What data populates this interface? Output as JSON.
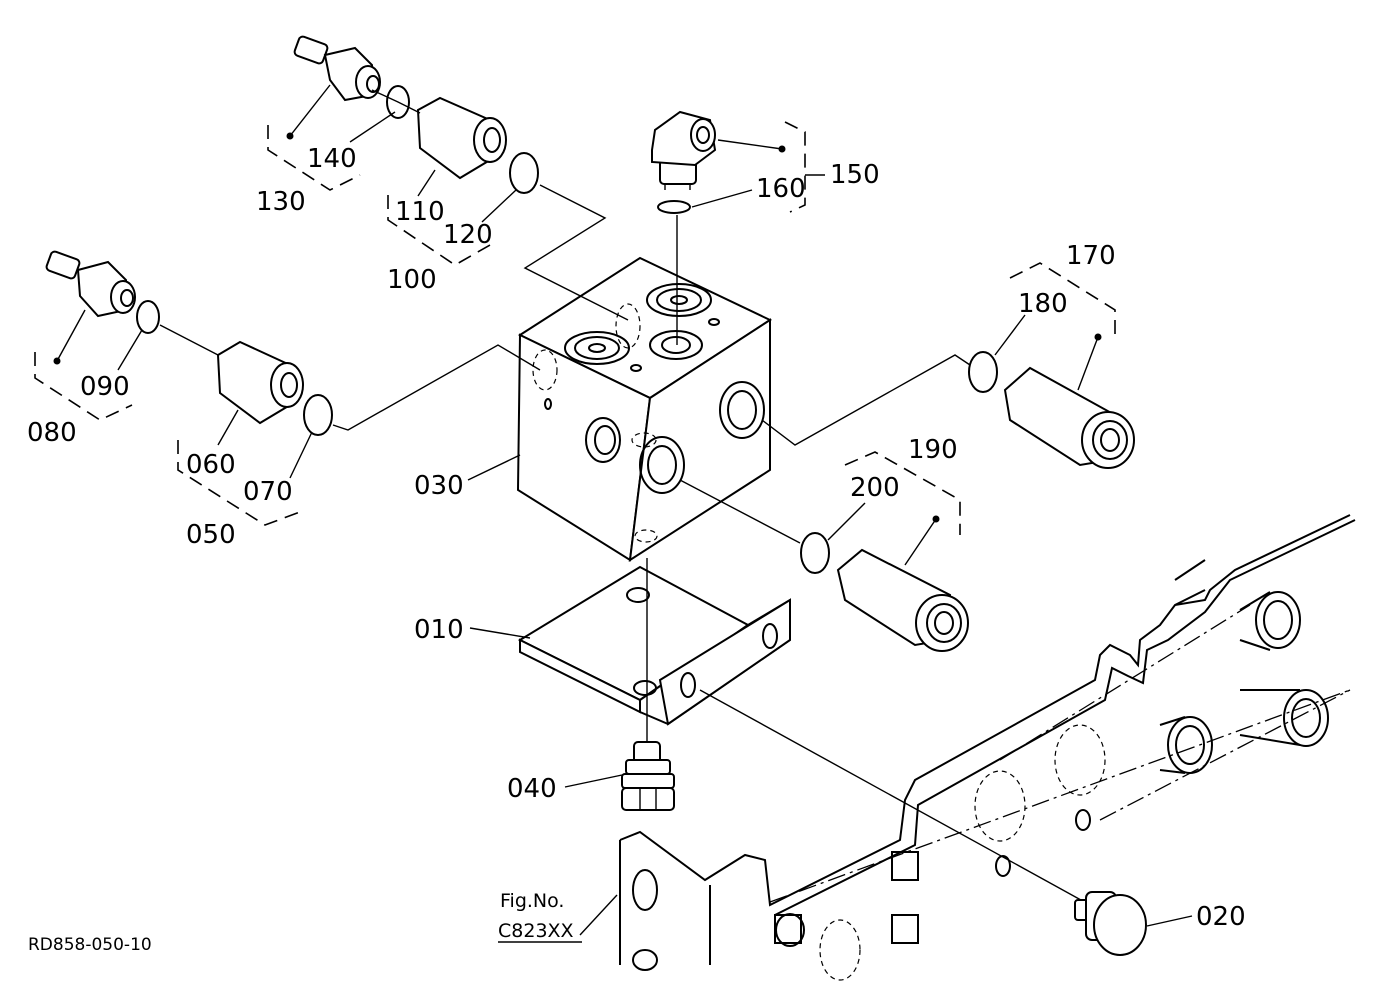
{
  "labels": {
    "p010": "010",
    "p020": "020",
    "p030": "030",
    "p040": "040",
    "p050": "050",
    "p060": "060",
    "p070": "070",
    "p080": "080",
    "p090": "090",
    "p100": "100",
    "p110": "110",
    "p120": "120",
    "p130": "130",
    "p140": "140",
    "p150": "150",
    "p160": "160",
    "p170": "170",
    "p180": "180",
    "p190": "190",
    "p200": "200"
  },
  "figure_ref": {
    "line1": "Fig.No.",
    "line2": "C823XX"
  },
  "drawing_code": "RD858-050-10"
}
